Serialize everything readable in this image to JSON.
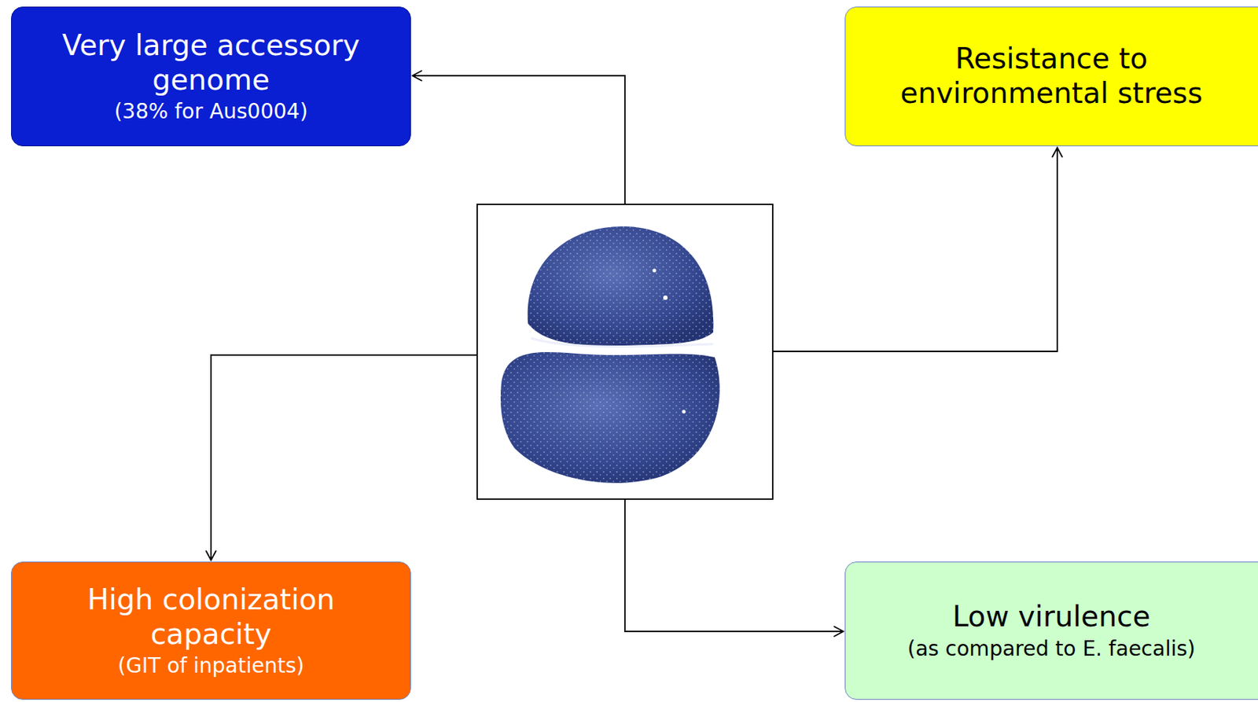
{
  "diagram": {
    "nodes": [
      {
        "text": [
          "Very large accessory genome",
          "(38% for Aus0004)"
        ]
      },
      {
        "text": [
          "Resistance to environmental stress"
        ]
      },
      {
        "text": [
          "High colonization capacity",
          "(GIT of inpatients)"
        ]
      },
      {
        "text": [
          "Low virulence",
          "(as compared to E. faecalis)"
        ]
      }
    ]
  }
}
